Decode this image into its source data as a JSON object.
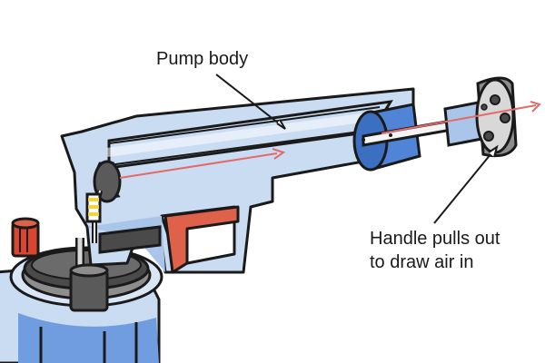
{
  "labels": {
    "pump_body": "Pump body",
    "handle_line1": "Handle pulls out",
    "handle_line2": "to draw air in"
  },
  "colors": {
    "outline": "#1a1a1a",
    "body_blue": "#c9dcf2",
    "body_blue_dark": "#a9c6ea",
    "piston_blue": "#4f84d6",
    "liquid_blue": "#6f9de0",
    "trigger_red": "#e0614a",
    "valve_red": "#d9452f",
    "valve_yellow": "#f2d43b",
    "dark_grey": "#4a4a4a",
    "mid_grey": "#8d8d8d",
    "light_grey": "#d8d8d8",
    "arrow_red": "#e46a6a"
  },
  "illustration": "hand-pump garden sprayer, cut-away view"
}
